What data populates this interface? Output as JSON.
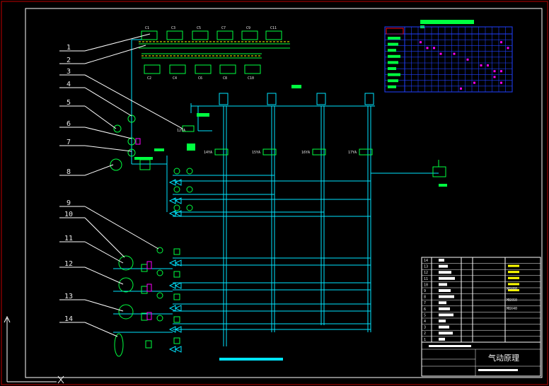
{
  "drawing": {
    "title_block": {
      "title": "气动原理"
    },
    "callouts": [
      "1",
      "2",
      "3",
      "4",
      "5",
      "6",
      "7",
      "8",
      "9",
      "10",
      "11",
      "12",
      "13",
      "14"
    ],
    "valve_labels": [
      "14YA",
      "15YA",
      "16YA",
      "17YA",
      "12YA"
    ],
    "manifold_top_row": [
      "C1",
      "C3",
      "C5",
      "C7",
      "C9",
      "C11"
    ],
    "manifold_bottom_row": [
      "C2",
      "C4",
      "C6",
      "C8",
      "C10"
    ],
    "bom_rows": [
      "14",
      "13",
      "12",
      "11",
      "10",
      "9",
      "8",
      "7",
      "6",
      "5",
      "4",
      "3",
      "2",
      "1"
    ],
    "bom_right": [
      "M8X60",
      "M8X60",
      "M8X40"
    ]
  },
  "colors": {
    "border": "#c00000",
    "pipe_cyan": "#00e5ff",
    "component_green": "#00ff40",
    "leader_white": "#ffffff",
    "table_blue": "#2040ff",
    "table_magenta": "#ff00ff",
    "yellow": "#ffff00"
  }
}
